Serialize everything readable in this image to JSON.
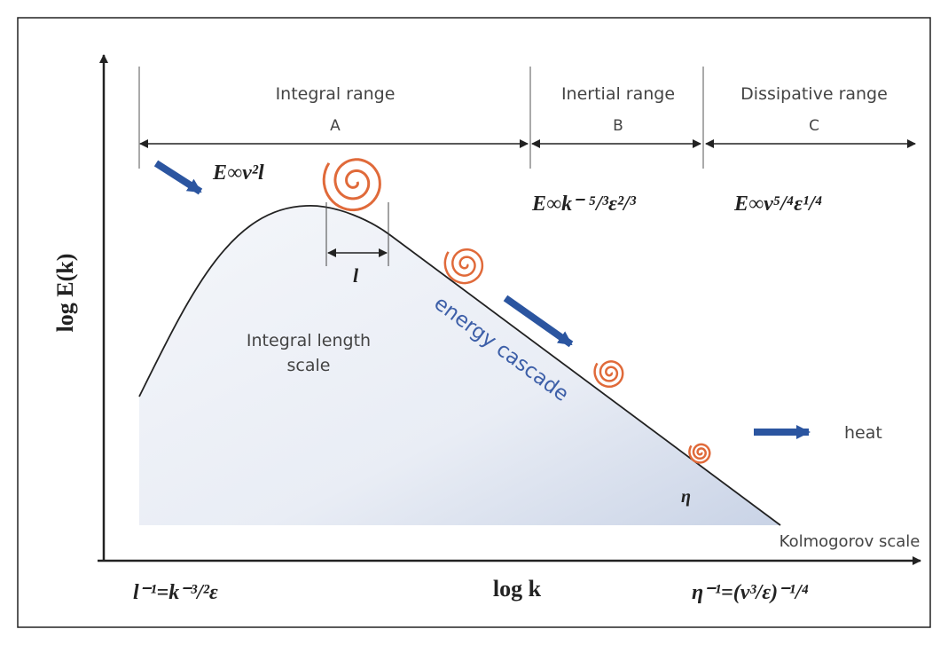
{
  "ranges": [
    {
      "name": "Integral range",
      "letter": "A"
    },
    {
      "name": "Inertial range",
      "letter": "B"
    },
    {
      "name": "Dissipative range",
      "letter": "C"
    }
  ],
  "formulas": {
    "integral": "E∞v²l",
    "inertial": "E∞k⁻ ⁵/³ε²/³",
    "dissipative": "E∞v⁵/⁴ε¹/⁴",
    "integral_scale": "l⁻¹=k⁻³/²ε",
    "kolmogorov_scale": "η⁻¹=(ν³/ε)⁻¹/⁴"
  },
  "axes": {
    "y_label": "log E(k)",
    "x_label": "log k"
  },
  "labels": {
    "l": "l",
    "integral_length_scale_1": "Integral length",
    "integral_length_scale_2": "scale",
    "energy_cascade": "energy cascade",
    "heat": "heat",
    "eta": "η",
    "kolmogorov_scale": "Kolmogorov scale"
  },
  "colors": {
    "arrow": "#2b55a0",
    "eddy": "#e06a3a",
    "text_blue": "#3d5fa8",
    "fill": "#dde4f0"
  }
}
